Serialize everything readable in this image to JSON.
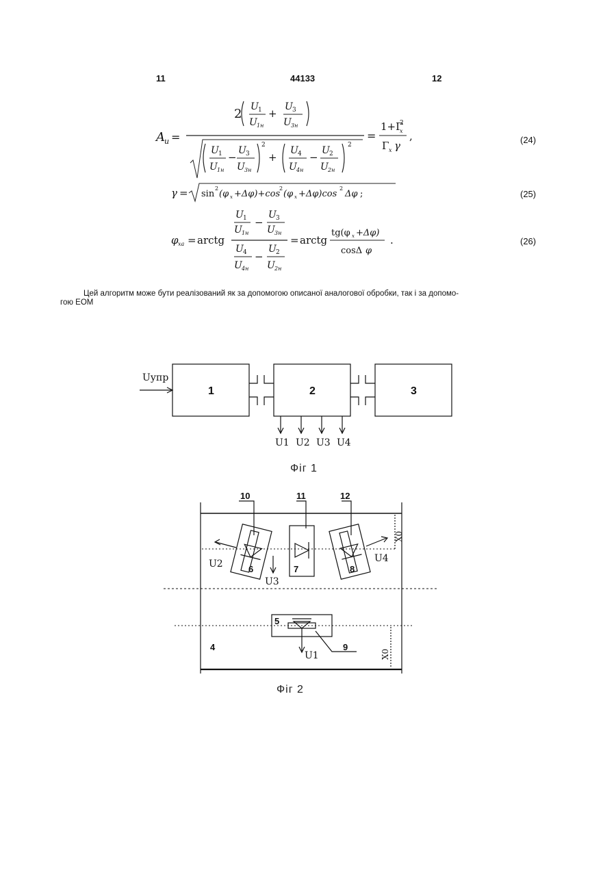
{
  "header": {
    "left_page": "11",
    "patent_number": "44133",
    "right_page": "12"
  },
  "equations": [
    {
      "number": "(24)"
    },
    {
      "number": "(25)"
    },
    {
      "number": "(26)"
    }
  ],
  "paragraph": {
    "line1": "Цей алгоритм може бути реалізований як за допомогою описаної аналогової обробки, так і за допомо-",
    "line2": "гою ЕОМ"
  },
  "fig1": {
    "caption": "Фіг 1",
    "input_label": "Uупр",
    "blocks": [
      "1",
      "2",
      "3"
    ],
    "outputs": [
      "U1",
      "U2",
      "U3",
      "U4"
    ]
  },
  "fig2": {
    "caption": "Фіг 2",
    "labels": [
      "10",
      "11",
      "12",
      "6",
      "7",
      "8",
      "5",
      "9",
      "4"
    ],
    "signals": [
      "U2",
      "U3",
      "U4",
      "U1"
    ],
    "coords": [
      "X0",
      "X0"
    ]
  }
}
